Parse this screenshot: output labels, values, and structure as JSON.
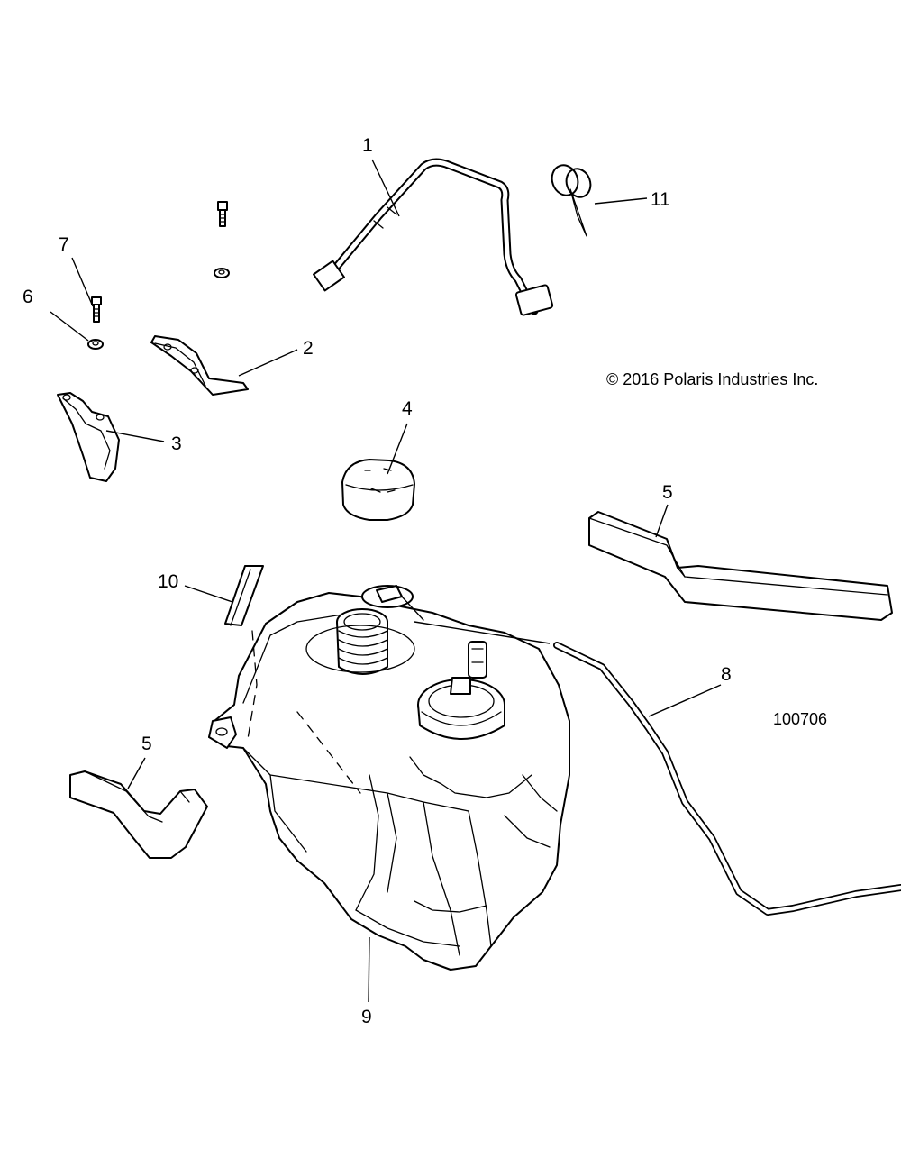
{
  "copyright": "© 2016 Polaris Industries Inc.",
  "figure_id": "100706",
  "callouts": {
    "c1": "1",
    "c2": "2",
    "c3": "3",
    "c4": "4",
    "c5a": "5",
    "c5b": "5",
    "c6": "6",
    "c7": "7",
    "c8": "8",
    "c9": "9",
    "c10": "10",
    "c11": "11"
  }
}
